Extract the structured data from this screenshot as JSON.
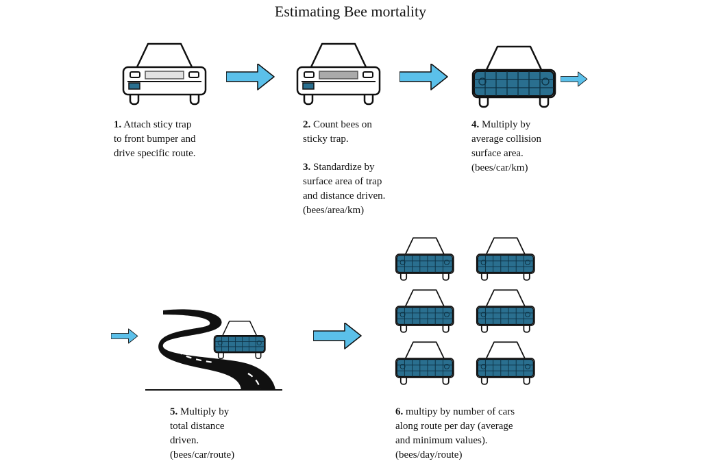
{
  "title": "Estimating Bee mortality",
  "colors": {
    "trap": "#2a6f8f",
    "arrow": "#5bc0ea",
    "road": "#111111"
  },
  "steps": [
    {
      "num": "1.",
      "lines": [
        "Attach sticy trap",
        "to front bumper and",
        "drive specific route."
      ]
    },
    {
      "num": "2.",
      "lines": [
        "Count bees on",
        "sticky trap."
      ]
    },
    {
      "num": "3.",
      "lines": [
        "Standardize by",
        "surface area of trap",
        "and distance driven.",
        "(bees/area/km)"
      ]
    },
    {
      "num": "4.",
      "lines": [
        "Multiply by",
        "average collision",
        "surface area.",
        "(bees/car/km)"
      ]
    },
    {
      "num": "5.",
      "lines": [
        "Multiply by",
        "total distance",
        "driven.",
        "(bees/car/route)"
      ]
    },
    {
      "num": "6.",
      "lines": [
        "multipy by number of cars",
        "along route per day (average",
        "and minimum values).",
        "(bees/day/route)"
      ]
    }
  ]
}
